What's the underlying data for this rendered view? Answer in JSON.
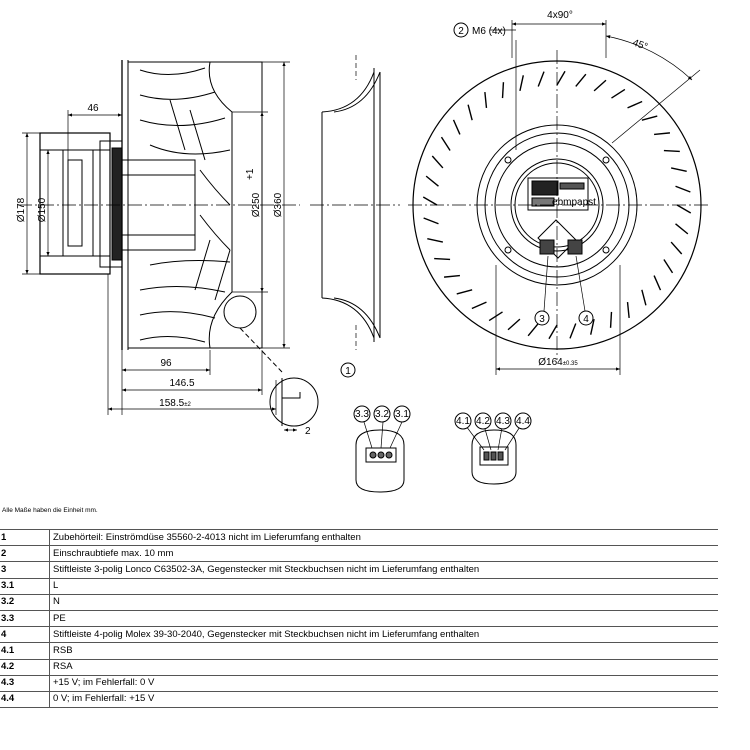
{
  "dimensions": {
    "d178": "Ø178",
    "d150": "Ø150",
    "d250": "Ø250",
    "d250_tol": "+1",
    "d360": "Ø360",
    "w46": "46",
    "w96": "96",
    "w146": "146.5",
    "w158": "158.5",
    "w158_tol": "±2",
    "w2": "2",
    "m6": "M6 (4x)",
    "angle_4x90": "4x90°",
    "angle_45": "45°",
    "d164": "Ø164",
    "d164_tol": "±0.35"
  },
  "callouts": {
    "c1": "1",
    "c2": "2",
    "c3": "3",
    "c4": "4"
  },
  "connectors": {
    "left_pins": [
      "3.3",
      "3.2",
      "3.1"
    ],
    "right_pins": [
      "4.1",
      "4.2",
      "4.3",
      "4.4"
    ]
  },
  "label_text": "ebmpapst",
  "note": "Alle Maße haben die Einheit mm.",
  "legend": [
    {
      "key": "1",
      "text": "Zubehörteil: Einströmdüse 35560-2-4013 nicht im Lieferumfang enthalten"
    },
    {
      "key": "2",
      "text": "Einschraubtiefe max. 10 mm"
    },
    {
      "key": "3",
      "text": "Stiftleiste 3-polig Lonco C63502-3A, Gegenstecker mit Steckbuchsen nicht im Lieferumfang enthalten"
    },
    {
      "key": "3.1",
      "text": "L"
    },
    {
      "key": "3.2",
      "text": "N"
    },
    {
      "key": "3.3",
      "text": "PE"
    },
    {
      "key": "4",
      "text": "Stiftleiste 4-polig Molex 39-30-2040, Gegenstecker mit Steckbuchsen nicht im Lieferumfang enthalten"
    },
    {
      "key": "4.1",
      "text": "RSB"
    },
    {
      "key": "4.2",
      "text": "RSA"
    },
    {
      "key": "4.3",
      "text": "+15 V; im Fehlerfall: 0 V"
    },
    {
      "key": "4.4",
      "text": "0 V; im Fehlerfall: +15 V"
    }
  ]
}
